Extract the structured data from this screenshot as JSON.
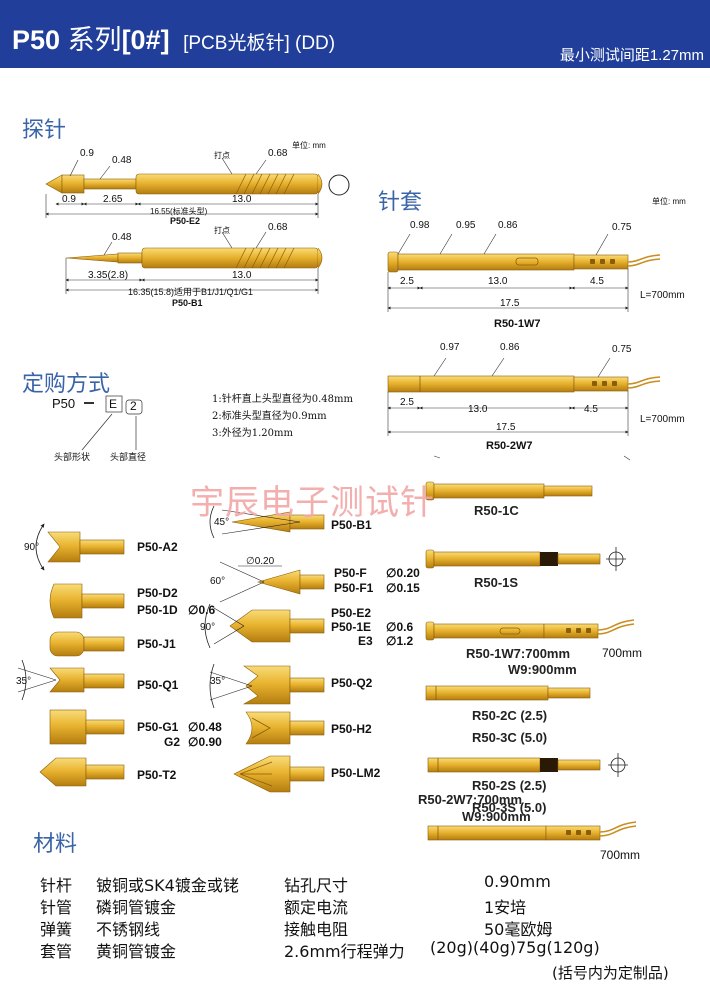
{
  "header": {
    "brand": "P50",
    "series_word": "系列",
    "code": "[0#]",
    "subtitle": "[PCB光板针] (DD)",
    "pitch": "最小测试间距1.27mm"
  },
  "sections": {
    "probe": "探针",
    "sleeve": "针套",
    "order": "定购方式",
    "material": "材料"
  },
  "units": {
    "probe": "单位: mm",
    "sleeve": "单位: mm"
  },
  "probe_e2": {
    "dims": [
      "0.9",
      "0.48",
      "0.68",
      "0.9",
      "2.65",
      "13.0",
      "16.55(标准头型)"
    ],
    "mark": "打点",
    "name": "P50-E2"
  },
  "probe_b1": {
    "dims": [
      "0.48",
      "0.68",
      "3.35(2.8)",
      "13.0",
      "16.35(15.8)适用于B1/J1/Q1/G1"
    ],
    "mark": "打点",
    "name": "P50-B1"
  },
  "sleeve_1w7": {
    "dims": [
      "0.98",
      "0.95",
      "0.86",
      "0.75",
      "2.5",
      "13.0",
      "4.5",
      "17.5"
    ],
    "wire": "L=700mm",
    "name": "R50-1W7"
  },
  "sleeve_2w7": {
    "dims": [
      "0.97",
      "0.86",
      "0.75",
      "2.5",
      "13.0",
      "4.5",
      "17.5"
    ],
    "wire": "L=700mm",
    "name": "R50-2W7"
  },
  "order": {
    "code_prefix": "P50",
    "code_box1": "E",
    "code_box2": "2",
    "notes": [
      "1:针杆直上头型直径为0.48mm",
      "2:标准头型直径为0.9mm",
      "3:外径为1.20mm"
    ],
    "legend_head": "头部形状",
    "legend_dia": "头部直径"
  },
  "watermark": "宇辰电子测试针",
  "tips_left": [
    {
      "name": "P50-A2",
      "angle": "90°"
    },
    {
      "name": "P50-D2"
    },
    {
      "name": "P50-1D",
      "dia": "∅0.6"
    },
    {
      "name": "P50-J1"
    },
    {
      "name": "P50-Q1",
      "angle": "35°"
    },
    {
      "name": "P50-G1",
      "dia": "∅0.48"
    },
    {
      "name": "G2",
      "dia": "∅0.90"
    },
    {
      "name": "P50-T2"
    }
  ],
  "tips_mid": [
    {
      "name": "P50-B1",
      "angle": "45°"
    },
    {
      "name": "P50-F",
      "dia": "∅0.20",
      "angle": "60°",
      "tipdia": "∅0.20"
    },
    {
      "name": "P50-F1",
      "dia": "∅0.15"
    },
    {
      "name": "P50-E2",
      "angle": "90°"
    },
    {
      "name": "P50-1E",
      "dia": "∅0.6"
    },
    {
      "name": "E3",
      "dia": "∅1.2"
    },
    {
      "name": "P50-Q2",
      "angle": "35°"
    },
    {
      "name": "P50-H2"
    },
    {
      "name": "P50-LM2"
    }
  ],
  "sleeves_right": [
    {
      "name": "R50-1C"
    },
    {
      "name": "R50-1S"
    },
    {
      "name": "R50-1W7:700mm",
      "name2": "W9:900mm",
      "wire": "700mm"
    },
    {
      "name": "R50-2C (2.5)",
      "name2": "R50-3C (5.0)"
    },
    {
      "name": "R50-2S (2.5)",
      "name2": "R50-3S (5.0)"
    },
    {
      "name": "R50-2W7:700mm",
      "name2": "W9:900mm",
      "wire": "700mm"
    }
  ],
  "materials": {
    "rows": [
      {
        "k1": "针杆",
        "v1": "铍铜或SK4镀金或铑",
        "k2": "钻孔尺寸",
        "v2": "0.90mm"
      },
      {
        "k1": "针管",
        "v1": "磷铜管镀金",
        "k2": "额定电流",
        "v2": "1安培"
      },
      {
        "k1": "弹簧",
        "v1": "不锈钢线",
        "k2": "接触电阻",
        "v2": "50毫欧姆"
      },
      {
        "k1": "套管",
        "v1": "黄铜管镀金",
        "k2": "2.6mm行程弹力",
        "v2": "(20g)(40g)75g(120g)"
      }
    ],
    "footnote": "(括号内为定制品)"
  },
  "colors": {
    "header": "#213f9a",
    "gold": "#e9b430",
    "gold_dark": "#b47d10",
    "section": "#3a64a8",
    "watermark": "#f2a6a6"
  }
}
